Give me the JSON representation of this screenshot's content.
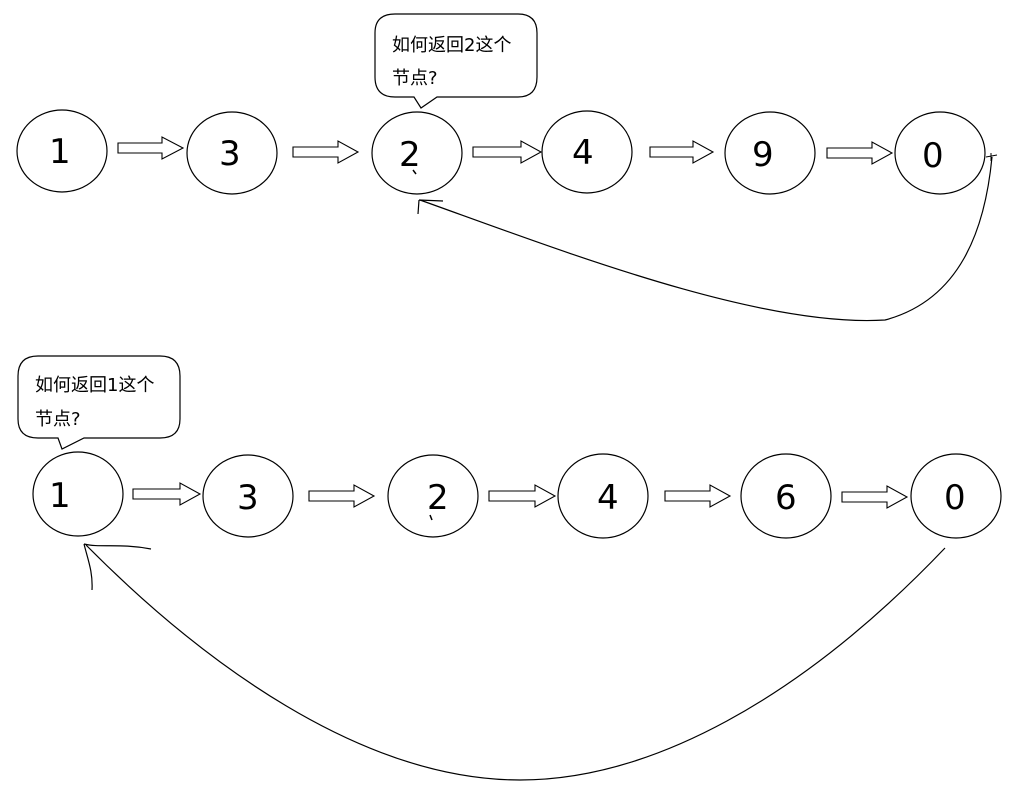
{
  "diagram_1": {
    "nodes": [
      "1",
      "3",
      "2",
      "4",
      "9",
      "0"
    ],
    "callout_line1": "如何返回2这个",
    "callout_line2": "节点?"
  },
  "diagram_2": {
    "nodes": [
      "1",
      "3",
      "2",
      "4",
      "6",
      "0"
    ],
    "callout_line1": "如何返回1这个",
    "callout_line2": "节点?"
  },
  "colors": {
    "stroke": "#000000",
    "background": "#ffffff"
  }
}
